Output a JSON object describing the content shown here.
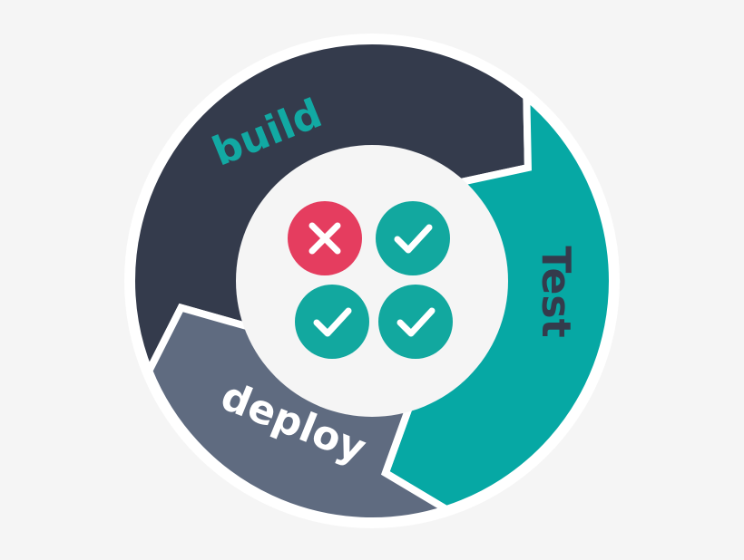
{
  "title": "CI/CD cycle",
  "stages": [
    {
      "label": "build",
      "fill": "#343b4c",
      "text_color": "#12a9a3"
    },
    {
      "label": "Test",
      "fill": "#06a8a4",
      "text_color": "#343b4c"
    },
    {
      "label": "deploy",
      "fill": "#5f6b80",
      "text_color": "#ffffff"
    }
  ],
  "results": [
    {
      "status": "fail",
      "icon": "x-icon",
      "color": "#e53d5f"
    },
    {
      "status": "pass",
      "icon": "check-icon",
      "color": "#12a89f"
    },
    {
      "status": "pass",
      "icon": "check-icon",
      "color": "#12a89f"
    },
    {
      "status": "pass",
      "icon": "check-icon",
      "color": "#12a89f"
    }
  ]
}
